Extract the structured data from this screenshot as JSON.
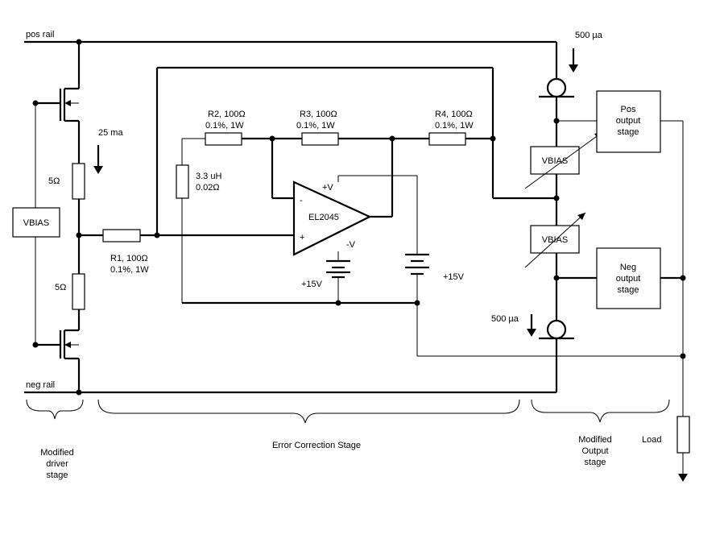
{
  "rails": {
    "pos": "pos rail",
    "neg": "neg rail"
  },
  "driver": {
    "vbias": "VBIAS",
    "current": "25 ma",
    "r_top": "5Ω",
    "r_bot": "5Ω"
  },
  "error_stage": {
    "r1_line1": "R1, 100Ω",
    "r1_line2": "0.1%, 1W",
    "r2_line1": "R2, 100Ω",
    "r2_line2": "0.1%, 1W",
    "r3_line1": "R3, 100Ω",
    "r3_line2": "0.1%, 1W",
    "r4_line1": "R4, 100Ω",
    "r4_line2": "0.1%, 1W",
    "inductor_line1": "3.3 uH",
    "inductor_line2": "0.02Ω",
    "opamp_name": "EL2045",
    "opamp_minus": "-",
    "opamp_plus": "+",
    "opamp_pos_supply": "+V",
    "opamp_neg_supply": "-V",
    "batt_left": "+15V",
    "batt_right": "+15V"
  },
  "output": {
    "current_top": "500 µa",
    "current_bot": "500 µa",
    "vbias_top": "VBIAS",
    "vbias_bot": "VBIAS",
    "pos_stage_1": "Pos",
    "pos_stage_2": "output",
    "pos_stage_3": "stage",
    "neg_stage_1": "Neg",
    "neg_stage_2": "output",
    "neg_stage_3": "stage",
    "load": "Load"
  },
  "braces": {
    "driver_1": "Modified",
    "driver_2": "driver",
    "driver_3": "stage",
    "error": "Error Correction Stage",
    "output_1": "Modified",
    "output_2": "Output",
    "output_3": "stage"
  }
}
